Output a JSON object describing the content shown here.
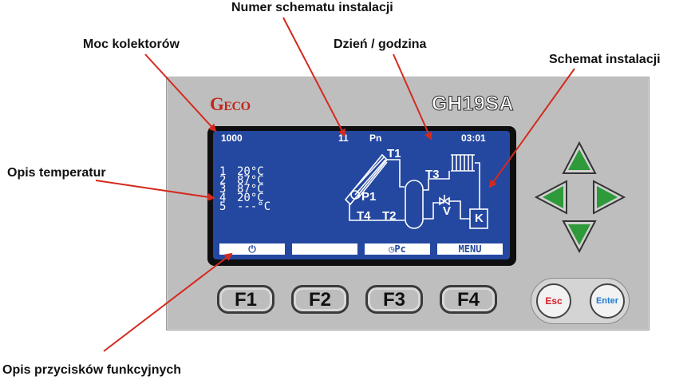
{
  "callouts": {
    "numer_schematu": "Numer schematu instalacji",
    "moc_kolektorow": "Moc kolektorów",
    "dzien_godzina": "Dzień / godzina",
    "schemat_instalacji": "Schemat instalacji",
    "opis_temperatur": "Opis temperatur",
    "opis_przyciskow": "Opis przycisków funkcyjnych"
  },
  "device": {
    "brand": "Geco",
    "model": "GH19SA"
  },
  "lcd": {
    "power": "1000",
    "scheme_number": "11",
    "day": "Pn",
    "time": "03:01",
    "temperatures": [
      {
        "index": "1",
        "value": "20°C"
      },
      {
        "index": "2",
        "value": "87°C"
      },
      {
        "index": "3",
        "value": "87°C"
      },
      {
        "index": "4",
        "value": "20°C"
      },
      {
        "index": "5",
        "value": "---°C"
      }
    ],
    "diagram_labels": {
      "t1": "T1",
      "t2": "T2",
      "t3": "T3",
      "t4": "T4",
      "p1": "P1",
      "v": "V",
      "k": "K"
    },
    "softkeys": {
      "f1": "⏻",
      "f2": "",
      "f3": "Pc",
      "f4": "MENU"
    }
  },
  "buttons": {
    "f1": "F1",
    "f2": "F2",
    "f3": "F3",
    "f4": "F4",
    "esc": "Esc",
    "enter": "Enter"
  },
  "colors": {
    "lcd_background": "#2448a0",
    "brand_red": "#c0281c",
    "arrow_red": "#d42a1e",
    "dpad_green": "#2e9a3a",
    "esc_red": "#d41e2a",
    "enter_blue": "#1e7ad4"
  }
}
